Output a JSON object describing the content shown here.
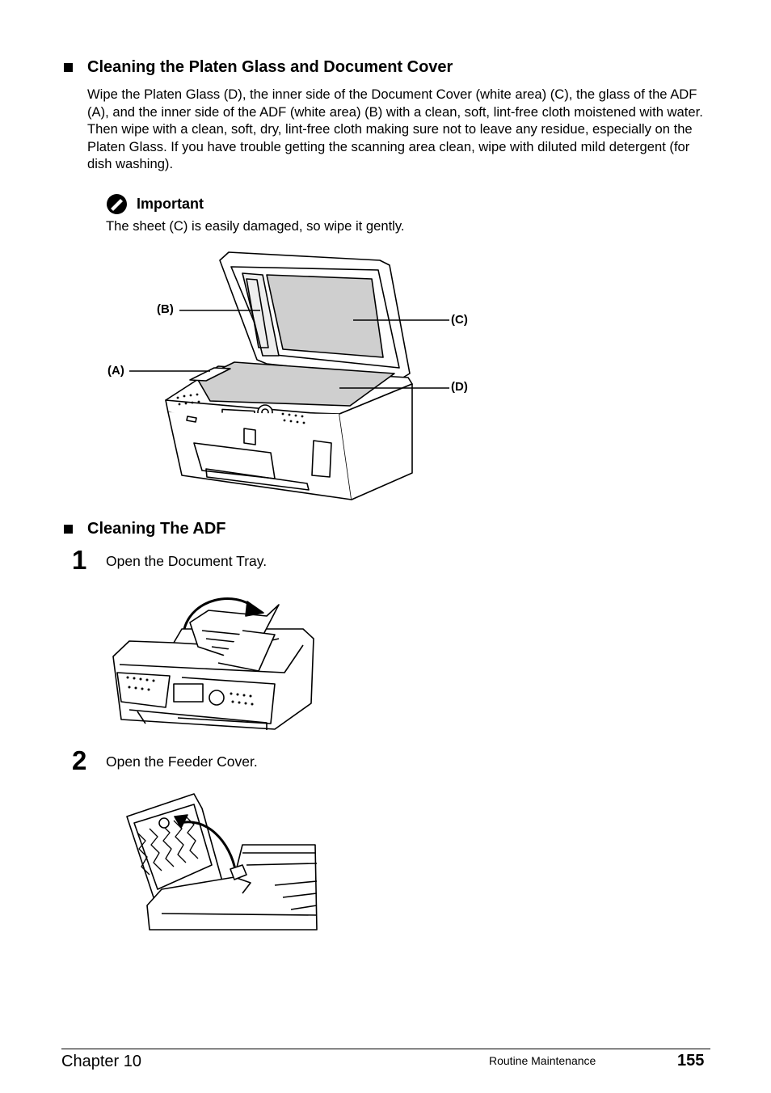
{
  "section1": {
    "heading": "Cleaning the Platen Glass and Document Cover",
    "paragraph": "Wipe the Platen Glass (D), the inner side of the Document Cover (white area) (C), the glass of the ADF (A), and the inner side of the ADF (white area) (B) with a clean, soft, lint-free cloth moistened with water. Then wipe with a clean, soft, dry, lint-free cloth making sure not to leave any residue, especially on the Platen Glass. If you have trouble getting the scanning area clean, wipe with diluted mild detergent (for dish washing).",
    "important_label": "Important",
    "important_text": "The sheet (C) is easily damaged, so wipe it gently.",
    "figure_labels": {
      "a": "(A)",
      "b": "(B)",
      "c": "(C)",
      "d": "(D)"
    }
  },
  "section2": {
    "heading": "Cleaning The ADF",
    "steps": [
      {
        "number": "1",
        "text": "Open the Document Tray."
      },
      {
        "number": "2",
        "text": "Open the Feeder Cover."
      }
    ]
  },
  "footer": {
    "chapter": "Chapter 10",
    "section": "Routine Maintenance",
    "page": "155"
  },
  "icons": {
    "important": "important-pencil-icon"
  }
}
